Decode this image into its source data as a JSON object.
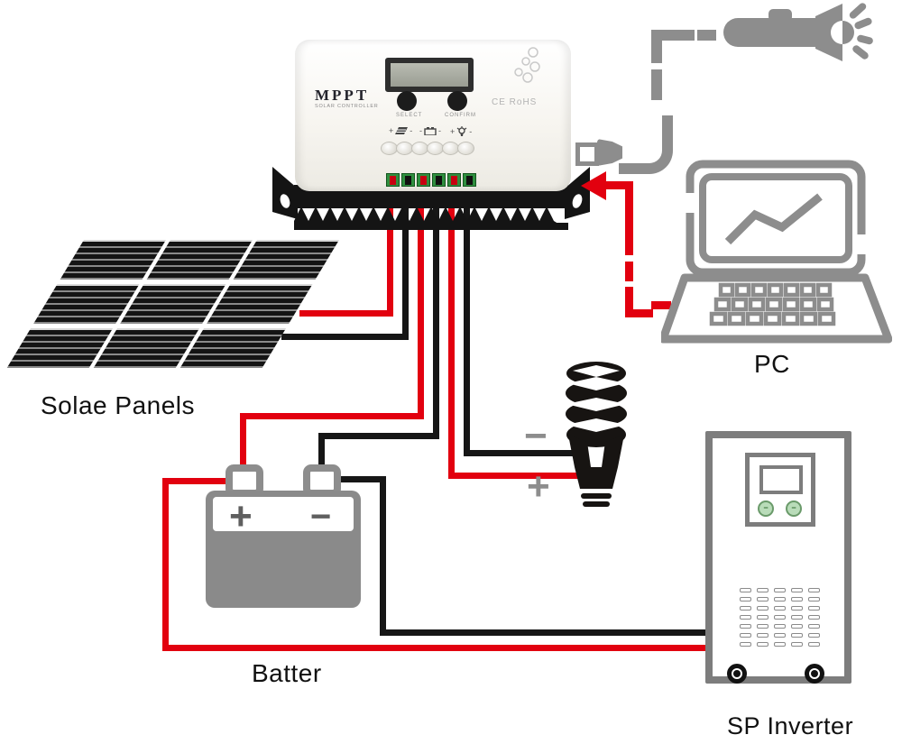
{
  "diagram": {
    "title_labels": {
      "solar_panels": "Solae Panels",
      "pc": "PC",
      "battery": "Batter",
      "inverter": "SP Inverter"
    },
    "controller": {
      "brand": "MPPT",
      "subtitle": "SOLAR CONTROLLER",
      "select_button": "SELECT",
      "confirm_button": "CONFIRM",
      "certification": "CE RoHS",
      "terminal_signs": [
        {
          "left": "+",
          "right": "-",
          "icon": "solar-panel"
        },
        {
          "left": "-",
          "right": "-",
          "icon": "battery"
        },
        {
          "left": "+",
          "right": "-",
          "icon": "lamp"
        }
      ]
    },
    "load_signs": {
      "negative": "−",
      "positive": "+"
    },
    "battery_signs": {
      "positive": "+",
      "negative": "−"
    },
    "inverter_buttons": {
      "left": "−",
      "right": "−"
    },
    "colors": {
      "wire_positive_red": "#e2000f",
      "wire_negative_black": "#161616",
      "device_gray": "#8d8d8d",
      "terminal_green": "#2f8f3f",
      "heatsink_black": "#141414"
    }
  }
}
